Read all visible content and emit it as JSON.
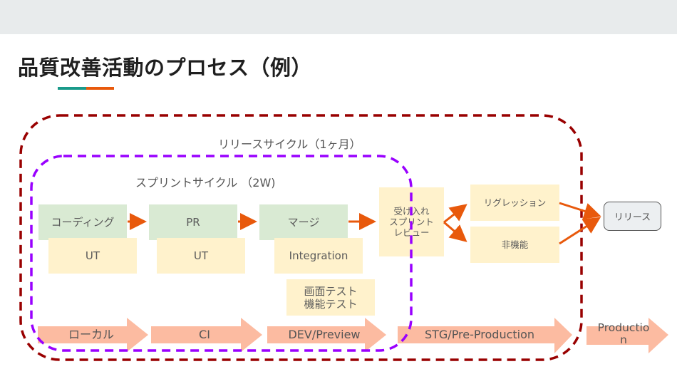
{
  "page": {
    "title": "品質改善活動のプロセス（例）",
    "accent_colors": {
      "teal": "#1a9a8a",
      "orange": "#e8590c"
    }
  },
  "cycles": {
    "release_cycle_label": "リリースサイクル（1ヶ月）",
    "sprint_cycle_label": "スプリントサイクル （2W)",
    "release_cycle_color": "#990000",
    "sprint_cycle_color": "#9900ff"
  },
  "steps": [
    {
      "label": "コーディング",
      "test": "UT"
    },
    {
      "label": "PR",
      "test": "UT"
    },
    {
      "label": "マージ",
      "test": "Integration",
      "extra_test": "画面テスト\n機能テスト"
    }
  ],
  "review": {
    "label": "受け入れ\nスプリント\nレビュー"
  },
  "release_tests": [
    "リグレッション",
    "非機能"
  ],
  "release": {
    "label": "リリース"
  },
  "environments": [
    "ローカル",
    "CI",
    "DEV/Preview",
    "STG/Pre-Production",
    "Productio\nn"
  ],
  "colors": {
    "step_fill": "#d9ead3",
    "test_fill": "#fff2cc",
    "env_arrow_fill": "#fcbba1",
    "flow_arrow": "#e8590c"
  }
}
